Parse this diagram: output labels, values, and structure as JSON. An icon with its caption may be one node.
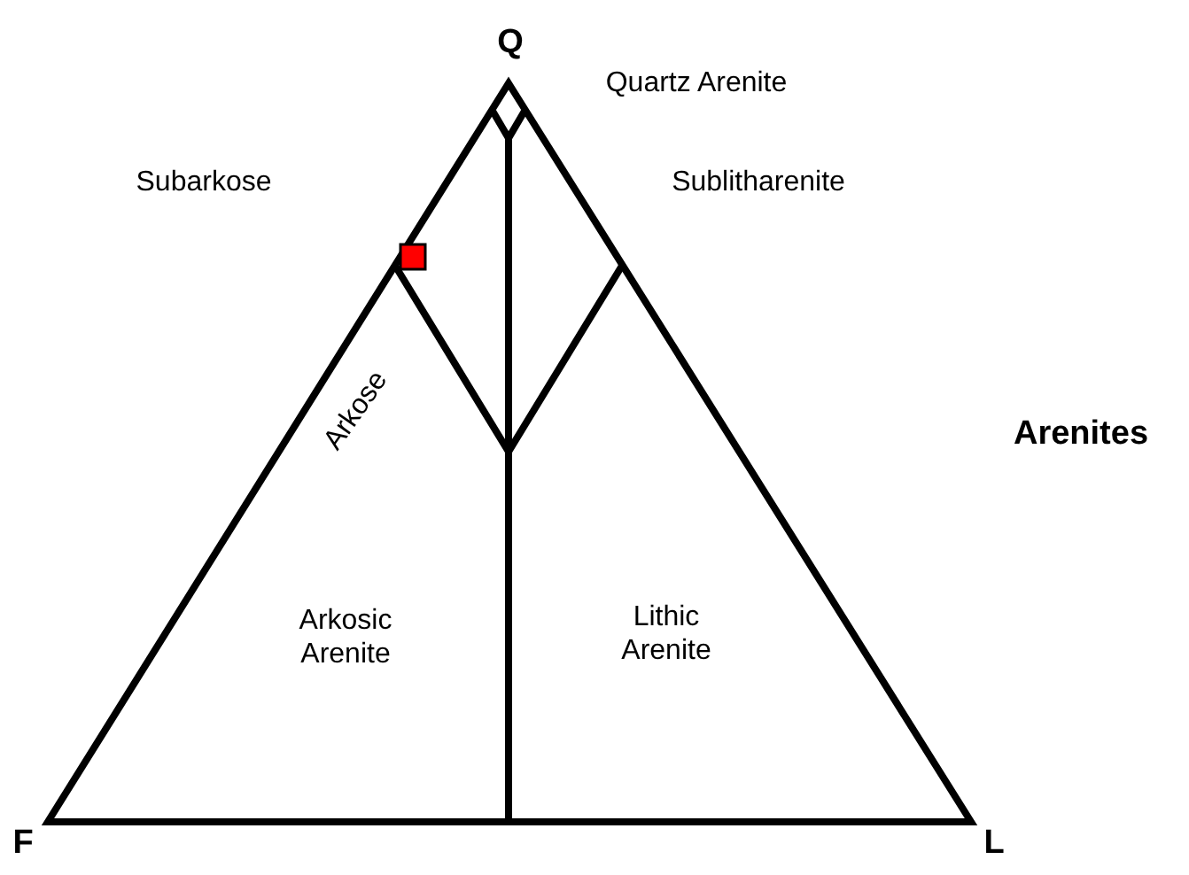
{
  "diagram": {
    "title": "Arenites",
    "labels": [
      "Q",
      "Quartz Arenite",
      "Subarkose",
      "Sublitharenite",
      "Arkose",
      "Arkosic Arenite",
      "Lithic Arenite",
      "F",
      "L"
    ]
  }
}
